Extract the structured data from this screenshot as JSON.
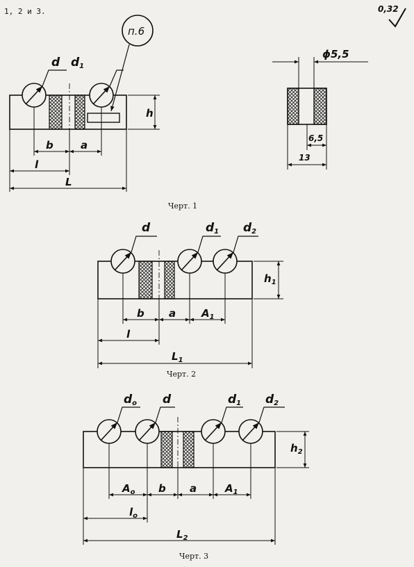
{
  "header_text": "1, 2 и 3.",
  "roughness": {
    "value": "0,32"
  },
  "note_callout": "п.6",
  "fig1": {
    "caption": "Черт. 1",
    "d": "d",
    "d1": "d",
    "d1_sub": "1",
    "b": "b",
    "a": "a",
    "h": "h",
    "l": "l",
    "L": "L"
  },
  "fig_side": {
    "diameter": "ϕ5,5",
    "dim_6_5": "6,5",
    "dim_13": "13"
  },
  "fig2": {
    "caption": "Черт. 2",
    "d": "d",
    "d1": "d",
    "d1_sub": "1",
    "d2": "d",
    "d2_sub": "2",
    "h1": "h",
    "h1_sub": "1",
    "b": "b",
    "a": "a",
    "A1": "A",
    "A1_sub": "1",
    "l": "l",
    "L1": "L",
    "L1_sub": "1"
  },
  "fig3": {
    "caption": "Черт. 3",
    "d0": "d",
    "d0_sub": "o",
    "d": "d",
    "d1": "d",
    "d1_sub": "1",
    "d2": "d",
    "d2_sub": "2",
    "h2": "h",
    "h2_sub": "2",
    "A0": "A",
    "A0_sub": "o",
    "b": "b",
    "a": "a",
    "A1": "A",
    "A1_sub": "1",
    "l0": "l",
    "l0_sub": "o",
    "L2": "L",
    "L2_sub": "2"
  }
}
